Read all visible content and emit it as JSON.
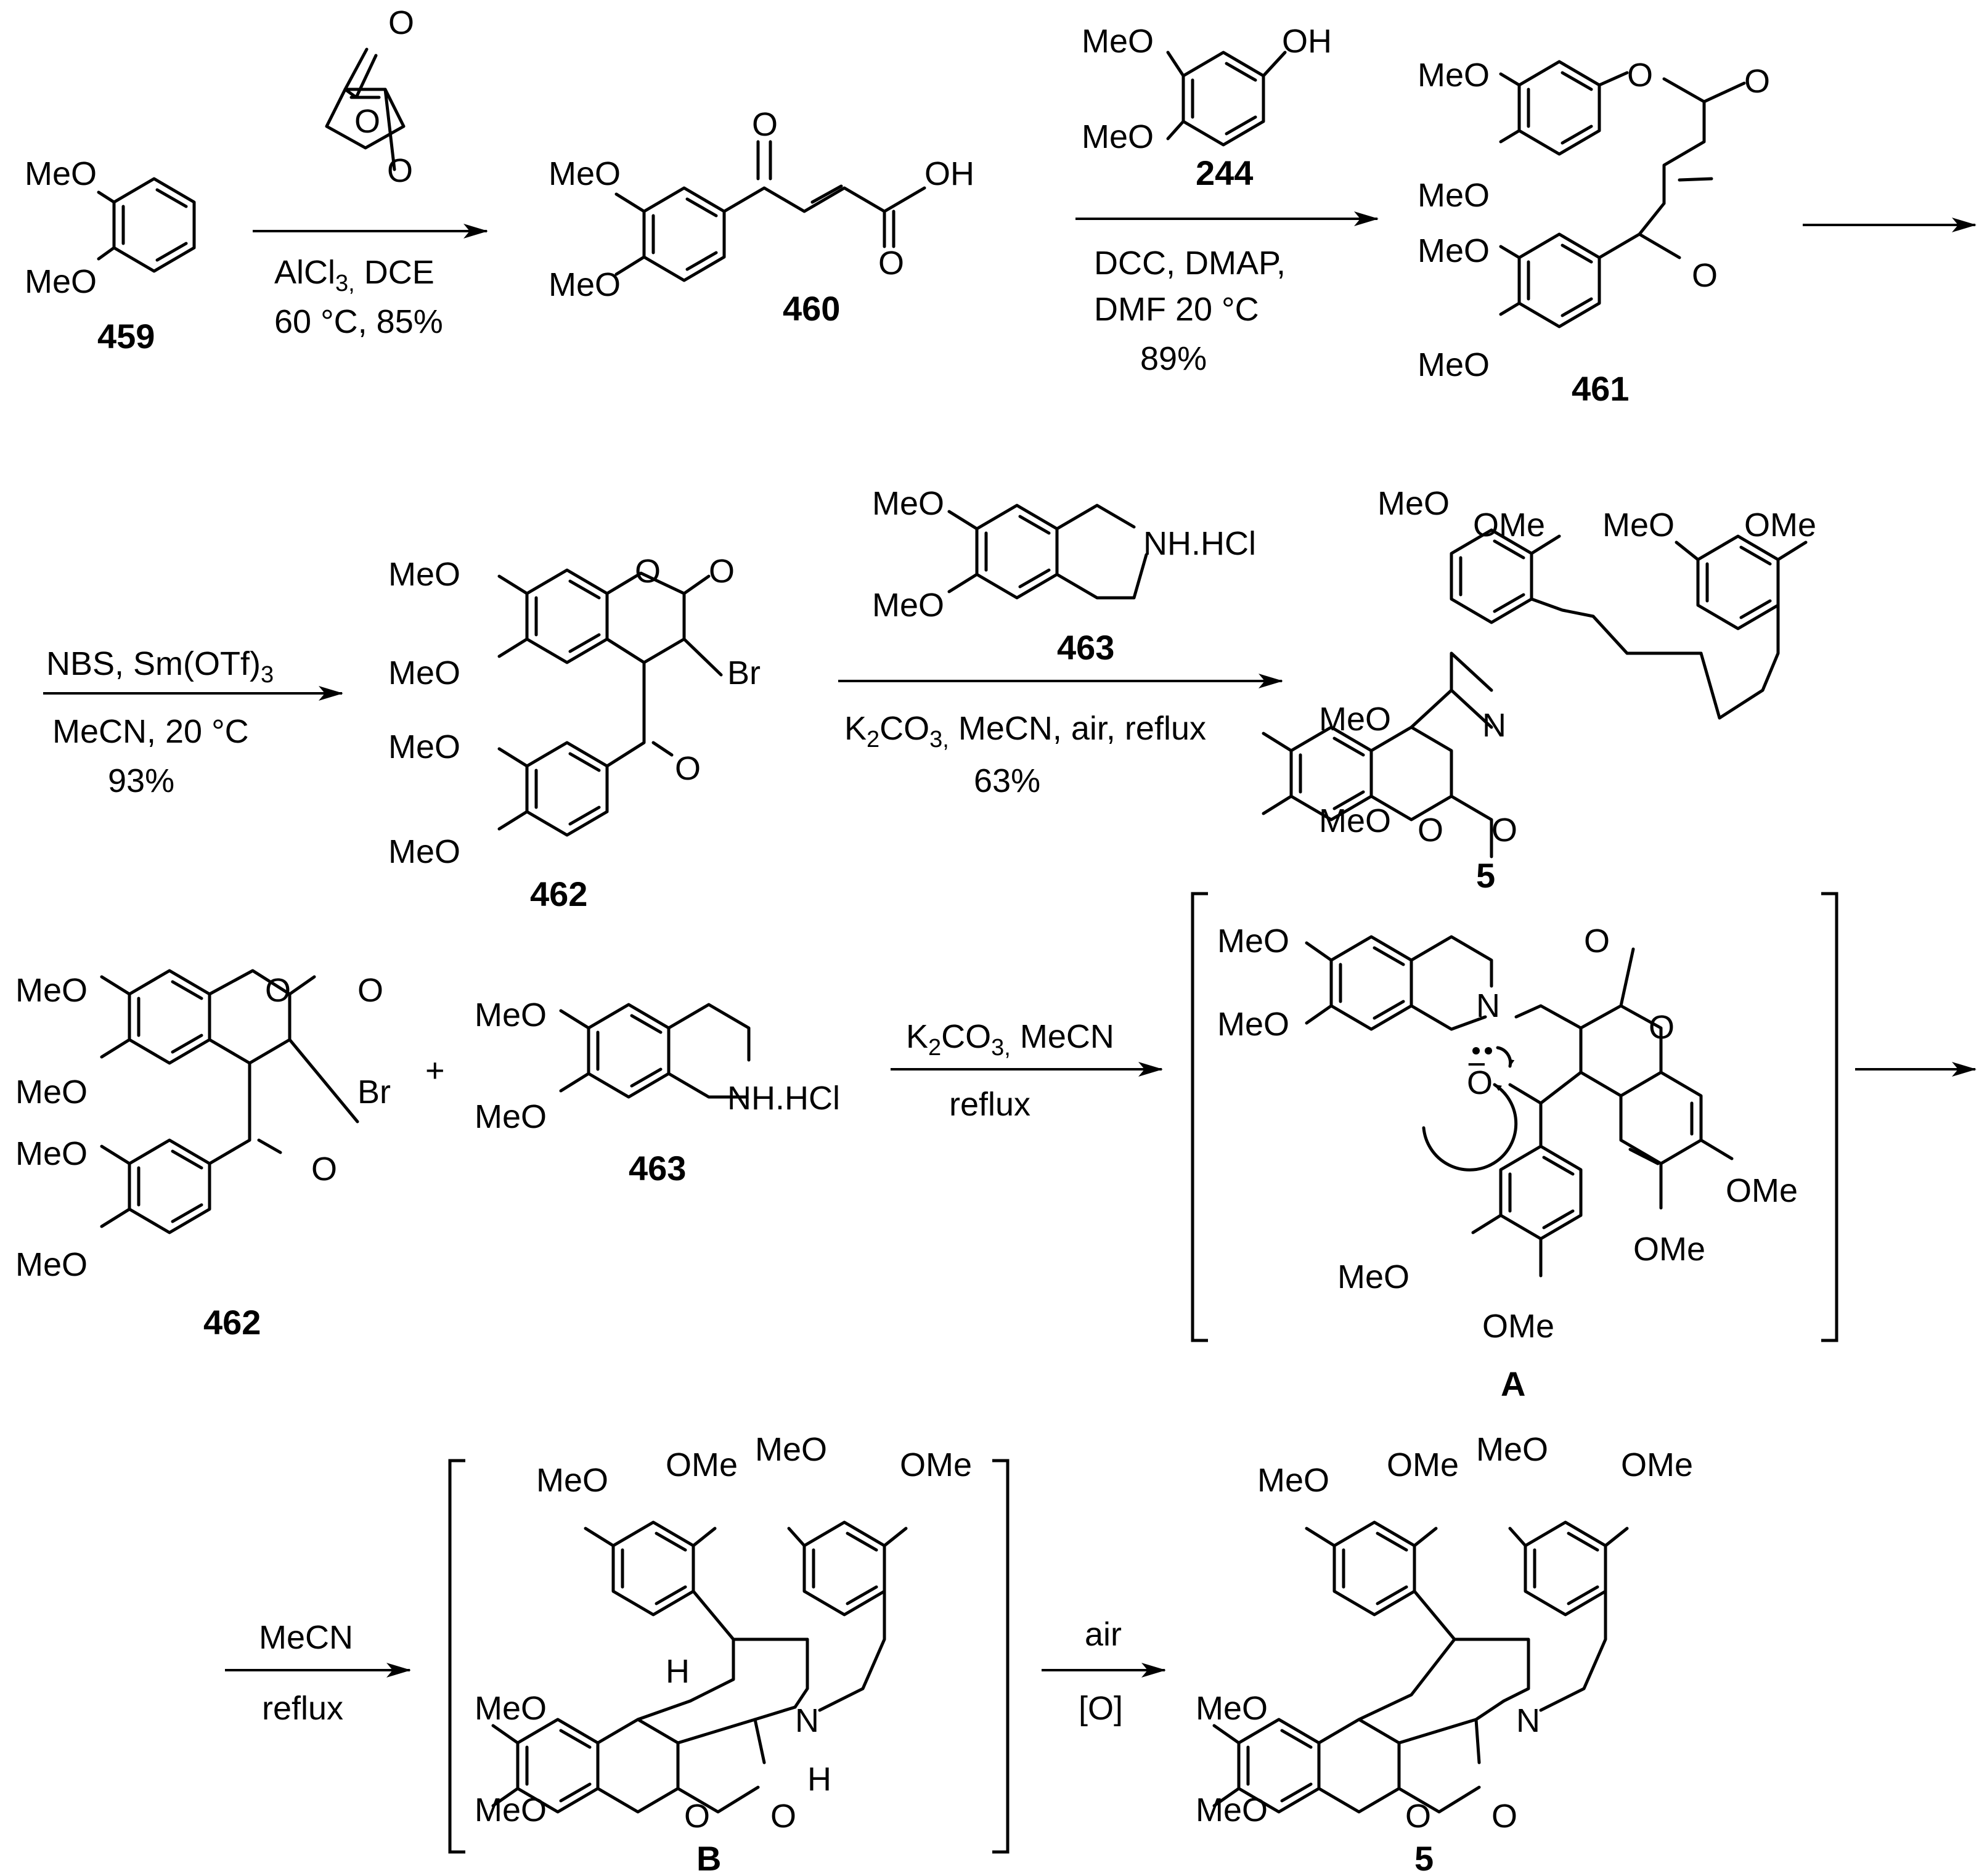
{
  "compounds": {
    "c459": {
      "number": "459",
      "substituents": [
        "MeO",
        "MeO"
      ]
    },
    "c460": {
      "number": "460",
      "substituents": [
        "MeO",
        "MeO",
        "O",
        "OH",
        "O"
      ]
    },
    "c244": {
      "number": "244",
      "substituents": [
        "MeO",
        "OH",
        "MeO"
      ]
    },
    "c461": {
      "number": "461",
      "substituents": [
        "MeO",
        "O",
        "O",
        "MeO",
        "MeO",
        "O",
        "MeO"
      ]
    },
    "c462a": {
      "number": "462",
      "substituents": [
        "MeO",
        "O",
        "O",
        "MeO",
        "Br",
        "MeO",
        "O",
        "MeO"
      ]
    },
    "c463a": {
      "number": "463",
      "substituents": [
        "MeO",
        "NH.HCl",
        "MeO"
      ]
    },
    "c5a": {
      "number": "5",
      "substituents": [
        "OMe",
        "MeO",
        "MeO",
        "OMe",
        "MeO",
        "N",
        "MeO",
        "O",
        "O"
      ]
    },
    "c462b": {
      "number": "462",
      "substituents": [
        "MeO",
        "O",
        "O",
        "MeO",
        "Br",
        "MeO",
        "O",
        "MeO"
      ]
    },
    "c463b": {
      "number": "463",
      "substituents": [
        "MeO",
        "NH.HCl",
        "MeO"
      ]
    },
    "intA": {
      "label": "A",
      "substituents": [
        "MeO",
        "O",
        "N",
        "−",
        "MeO",
        "O",
        "O",
        "OMe",
        "OMe",
        "MeO",
        "OMe"
      ]
    },
    "intB": {
      "label": "B",
      "substituents": [
        "MeO",
        "OMe",
        "MeO",
        "OMe",
        "H",
        "N",
        "MeO",
        "H",
        "MeO",
        "O",
        "O"
      ]
    },
    "c5b": {
      "number": "5",
      "substituents": [
        "MeO",
        "OMe",
        "MeO",
        "OMe",
        "MeO",
        "N",
        "MeO",
        "O",
        "O"
      ]
    }
  },
  "maleic_anhydride": {
    "substituents": [
      "O",
      "O",
      "O"
    ]
  },
  "plus_sign": "+",
  "reactions": {
    "r1": {
      "reagent": "AlCl",
      "reagent_sub": "3,",
      "reagent_rest": " DCE",
      "line2": "60 °C, 85%"
    },
    "r2": {
      "line1": "DCC, DMAP,",
      "line2": "DMF 20 °C",
      "line3": "89%"
    },
    "r4": {
      "reagent": "NBS, Sm(OTf)",
      "reagent_sub": "3",
      "line2": "MeCN, 20 °C",
      "line3": "93%"
    },
    "r5": {
      "reagent": "K",
      "reagent_sub1": "2",
      "reagent_mid": "CO",
      "reagent_sub2": "3,",
      "reagent_rest": " MeCN, air, reflux",
      "line2": "63%"
    },
    "r6": {
      "reagent": "K",
      "reagent_sub1": "2",
      "reagent_mid": "CO",
      "reagent_sub2": "3,",
      "reagent_rest": " MeCN",
      "line2": "reflux"
    },
    "r8": {
      "line1": "MeCN",
      "line2": "reflux"
    },
    "r9": {
      "line1": "air",
      "line2": "[O]"
    }
  }
}
